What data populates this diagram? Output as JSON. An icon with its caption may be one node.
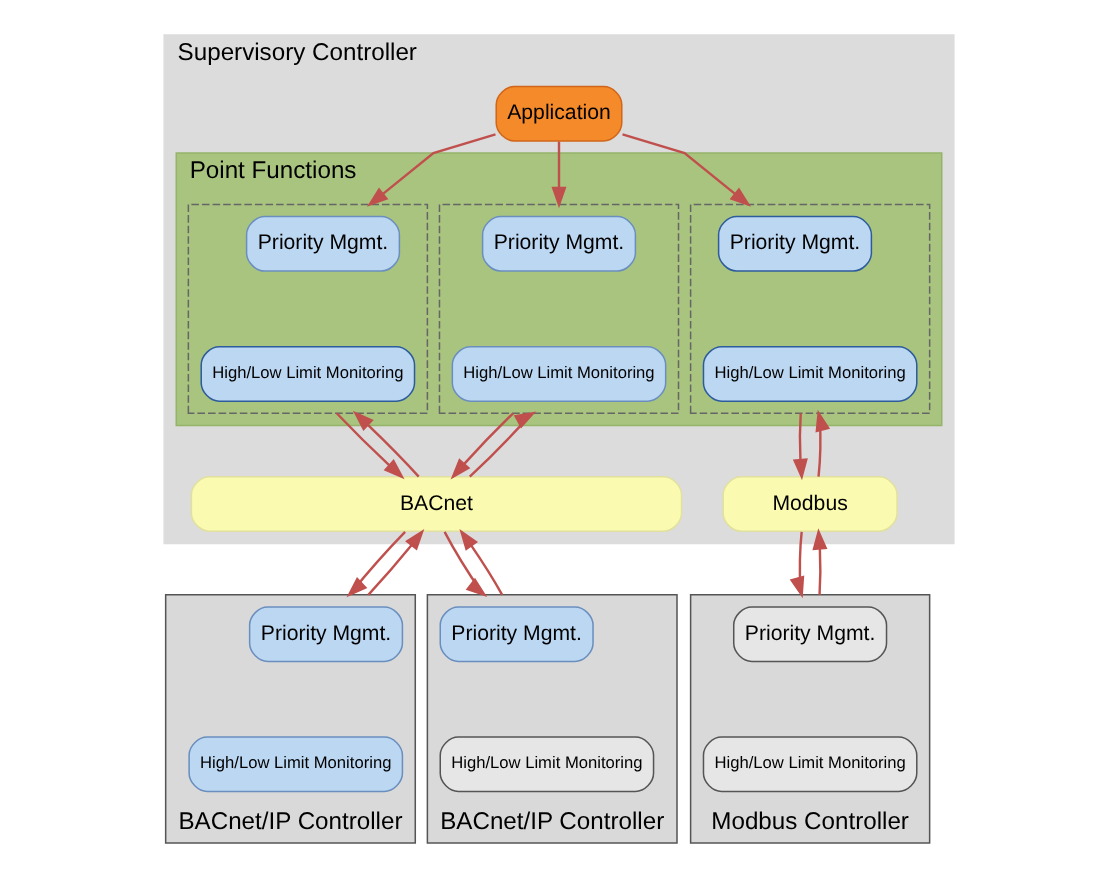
{
  "diagram": {
    "nodes": [
      {
        "text": [
          "Supervisory Controller"
        ]
      },
      {
        "text": [
          "Application"
        ],
        "in": 0
      },
      {
        "text": [
          "Point Functions"
        ],
        "in": 0
      },
      {
        "text": [],
        "shape": "box",
        "in": 2
      },
      {
        "text": [
          "Priority Mgmt."
        ],
        "in": 3
      },
      {
        "text": [
          "High/Low Limit Monitoring"
        ],
        "in": 3
      },
      {
        "text": [],
        "shape": "box",
        "in": 2
      },
      {
        "text": [
          "Priority Mgmt."
        ],
        "in": 6
      },
      {
        "text": [
          "High/Low Limit Monitoring"
        ],
        "in": 6
      },
      {
        "text": [],
        "shape": "box",
        "in": 2
      },
      {
        "text": [
          "Priority Mgmt."
        ],
        "in": 9
      },
      {
        "text": [
          "High/Low Limit Monitoring"
        ],
        "in": 9
      },
      {
        "text": [
          "BACnet"
        ],
        "in": 0
      },
      {
        "text": [
          "Modbus"
        ],
        "in": 0
      },
      {
        "text": [
          "BACnet/IP Controller"
        ]
      },
      {
        "text": [
          "Priority Mgmt."
        ],
        "in": 14
      },
      {
        "text": [
          "High/Low Limit Monitoring"
        ],
        "in": 14
      },
      {
        "text": [
          "BACnet/IP Controller"
        ]
      },
      {
        "text": [
          "Priority Mgmt."
        ],
        "in": 17
      },
      {
        "text": [
          "High/Low Limit Monitoring"
        ],
        "in": 17
      },
      {
        "text": [
          "Modbus Controller"
        ]
      },
      {
        "text": [
          "Priority Mgmt."
        ],
        "in": 20
      },
      {
        "text": [
          "High/Low Limit Monitoring"
        ],
        "in": 20
      }
    ],
    "edges": [
      {
        "from": 1,
        "to": 3,
        "arrow": "to"
      },
      {
        "from": 1,
        "to": 6,
        "arrow": "to"
      },
      {
        "from": 1,
        "to": 9,
        "arrow": "to"
      },
      {
        "from": 3,
        "to": 12,
        "arrow": "to"
      },
      {
        "from": 12,
        "to": 3,
        "arrow": "to"
      },
      {
        "from": 6,
        "to": 12,
        "arrow": "to"
      },
      {
        "from": 12,
        "to": 6,
        "arrow": "to"
      },
      {
        "from": 9,
        "to": 13,
        "arrow": "to"
      },
      {
        "from": 13,
        "to": 9,
        "arrow": "to"
      },
      {
        "from": 12,
        "to": 14,
        "arrow": "to"
      },
      {
        "from": 14,
        "to": 12,
        "arrow": "to"
      },
      {
        "from": 12,
        "to": 17,
        "arrow": "to"
      },
      {
        "from": 17,
        "to": 12,
        "arrow": "to"
      },
      {
        "from": 13,
        "to": 20,
        "arrow": "to"
      },
      {
        "from": 20,
        "to": 13,
        "arrow": "to"
      }
    ]
  }
}
